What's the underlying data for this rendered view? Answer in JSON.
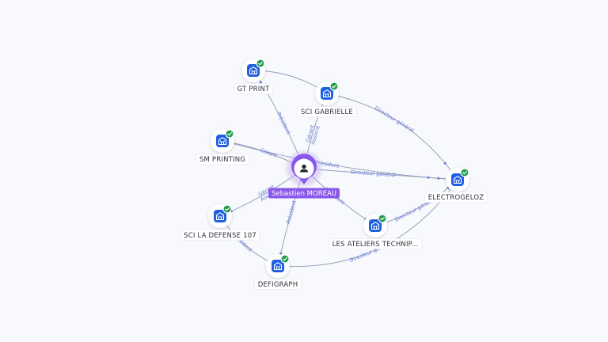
{
  "center": {
    "name": "Sebastien MOREAU",
    "icon": "person-icon",
    "accent_color": "#8a58e8"
  },
  "companies": [
    {
      "id": "gt-print",
      "name": "GT PRINT",
      "verified": true
    },
    {
      "id": "sci-gabrielle",
      "name": "SCI GABRIELLE",
      "verified": true
    },
    {
      "id": "sm-printing",
      "name": "SM PRINTING",
      "verified": true
    },
    {
      "id": "electrogeloz",
      "name": "ELECTROGELOZ",
      "verified": true
    },
    {
      "id": "sci-la-defense-107",
      "name": "SCI LA DEFENSE 107",
      "verified": true
    },
    {
      "id": "les-ateliers",
      "name": "LES ATELIERS TECHNIP...",
      "verified": true
    },
    {
      "id": "defigraph",
      "name": "DEFIGRAPH",
      "verified": true
    }
  ],
  "relations": [
    {
      "from": "center",
      "to": "gt-print",
      "label": "Président"
    },
    {
      "from": "center",
      "to": "sci-gabrielle",
      "label": "Gérant Associé"
    },
    {
      "from": "center",
      "to": "sm-printing",
      "label": "Gérant"
    },
    {
      "from": "center",
      "to": "electrogeloz",
      "label": "Directeur général"
    },
    {
      "from": "center",
      "to": "sci-la-defense-107",
      "label": "Gérant Associé"
    },
    {
      "from": "center",
      "to": "les-ateliers",
      "label": "Président"
    },
    {
      "from": "center",
      "to": "defigraph",
      "label": "Président"
    },
    {
      "from": "sci-gabrielle",
      "to": "electrogeloz",
      "label": "Directeur général"
    },
    {
      "from": "sm-printing",
      "to": "electrogeloz",
      "label": "Président"
    },
    {
      "from": "les-ateliers",
      "to": "electrogeloz",
      "label": "Directeur général"
    },
    {
      "from": "defigraph",
      "to": "electrogeloz",
      "label": "Directeur général"
    },
    {
      "from": "sci-la-defense-107",
      "to": "defigraph",
      "label": "Président"
    },
    {
      "from": "gt-print",
      "to": "sci-gabrielle",
      "label": ""
    }
  ],
  "colors": {
    "node_icon": "#1f5fe0",
    "verified_badge": "#1f9a4a",
    "edge": "#8e9ab4",
    "edge_label": "#6478d6"
  }
}
